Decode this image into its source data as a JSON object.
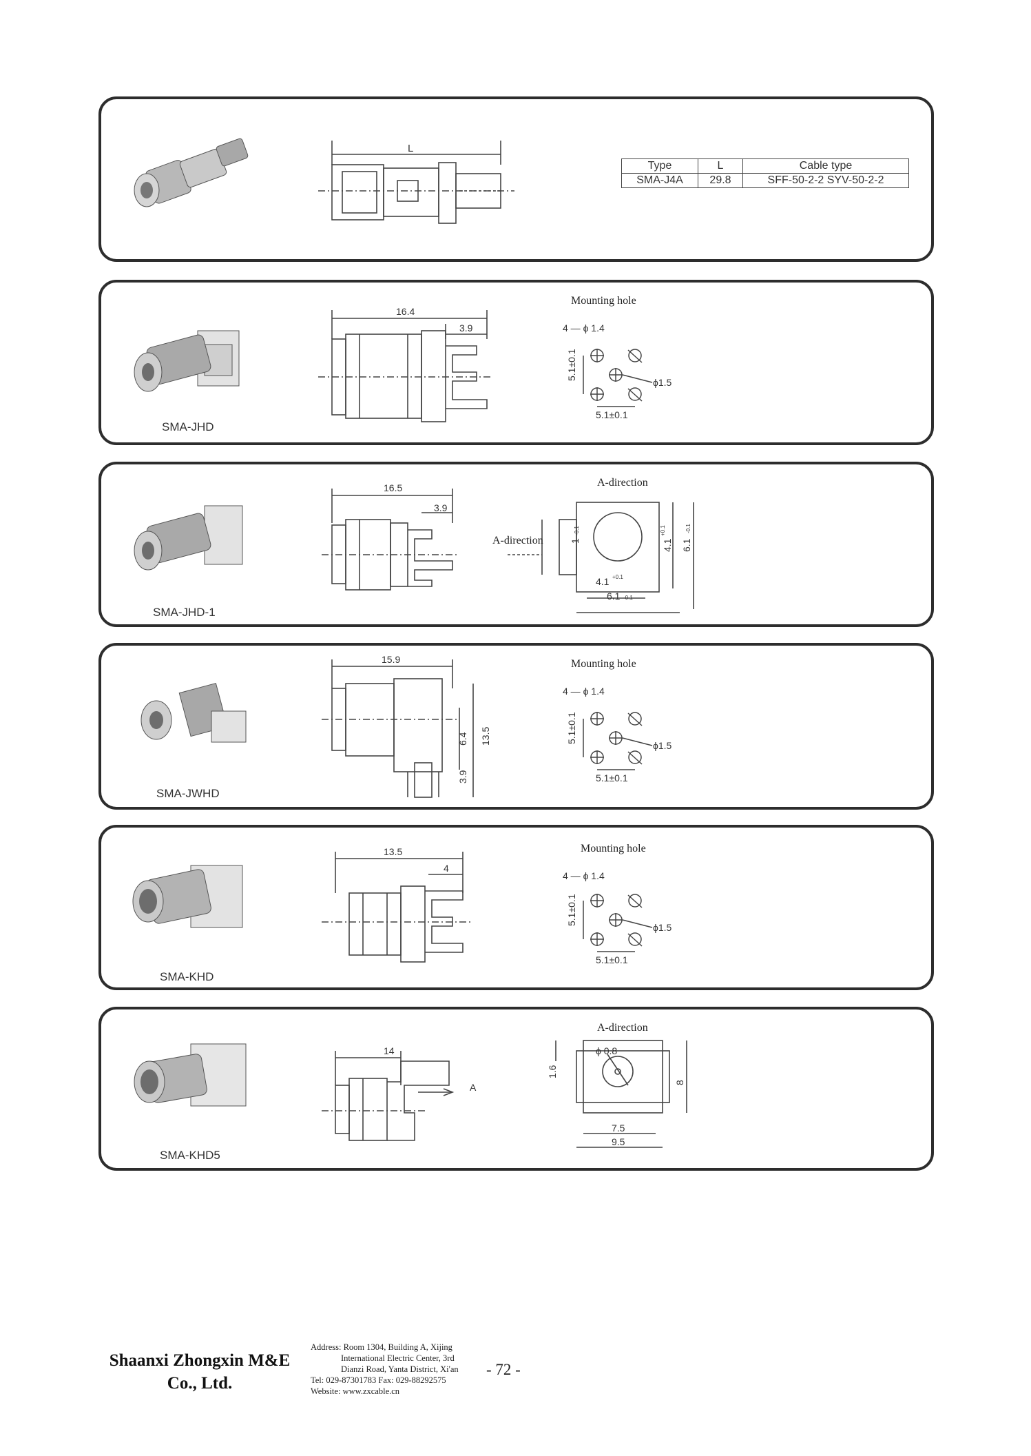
{
  "products": [
    {
      "name": "",
      "table": {
        "headers": [
          "Type",
          "L",
          "Cable type"
        ],
        "row": [
          "SMA-J4A",
          "29.8",
          "SFF-50-2-2  SYV-50-2-2"
        ]
      },
      "dims": {
        "length": "L"
      }
    },
    {
      "name": "SMA-JHD",
      "caption": "Mounting hole",
      "dims": {
        "length": "16.4",
        "pin": "3.9",
        "holes": "4 — ϕ 1.4",
        "center": "ϕ1.5",
        "pitch_v": "5.1±0.1",
        "pitch_h": "5.1±0.1"
      }
    },
    {
      "name": "SMA-JHD-1",
      "caption": "A-direction",
      "arrow_label": "A-direction",
      "dims": {
        "length": "16.5",
        "pin": "3.9",
        "side": "1",
        "side_tol": "-0.1",
        "inner_h": "4.1",
        "inner_h_tol": "+0.1",
        "outer_h": "6.1",
        "outer_h_tol": "-0.1",
        "inner_w": "4.1",
        "inner_w_tol": "+0.1",
        "outer_w": "6.1",
        "outer_w_tol": "-0.1"
      }
    },
    {
      "name": "SMA-JWHD",
      "caption": "Mounting hole",
      "dims": {
        "length": "15.9",
        "h1": "6.4",
        "h2": "3.9",
        "h3": "13.5",
        "holes": "4 — ϕ 1.4",
        "center": "ϕ1.5",
        "pitch_v": "5.1±0.1",
        "pitch_h": "5.1±0.1"
      }
    },
    {
      "name": "SMA-KHD",
      "caption": "Mounting hole",
      "dims": {
        "length": "13.5",
        "pin": "4",
        "holes": "4 — ϕ 1.4",
        "center": "ϕ1.5",
        "pitch_v": "5.1±0.1",
        "pitch_h": "5.1±0.1"
      }
    },
    {
      "name": "SMA-KHD5",
      "caption": "A-direction",
      "dims": {
        "length": "14",
        "arrow": "A",
        "side": "1.6",
        "hole": "ϕ 0.8",
        "height": "8",
        "inner_w": "7.5",
        "outer_w": "9.5"
      }
    }
  ],
  "footer": {
    "company_line1": "Shaanxi Zhongxin M&E",
    "company_line2": "Co., Ltd.",
    "address_1": "Address: Room 1304, Building A, Xijing",
    "address_2": "International Electric Center, 3rd",
    "address_3": "Dianzi Road, Yanta District, Xi'an",
    "tel": "Tel: 029-87301783    Fax: 029-88292575",
    "website": "Website: www.zxcable.cn",
    "page": "- 72 -"
  }
}
